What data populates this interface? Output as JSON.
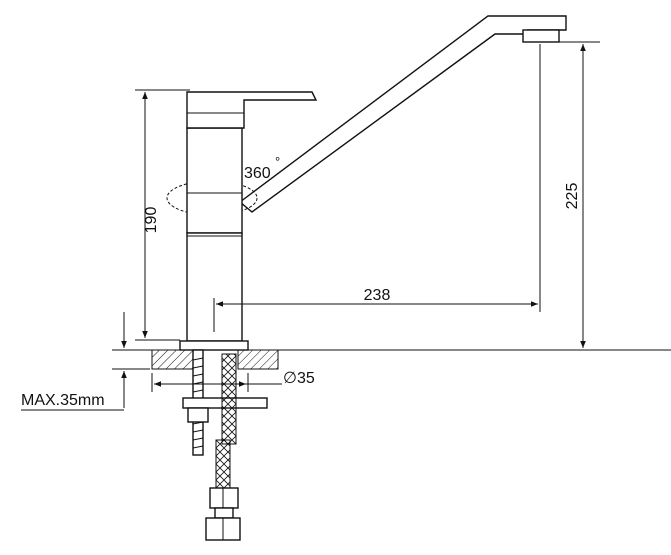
{
  "labels": {
    "height_190": "190",
    "height_225": "225",
    "reach_238": "238",
    "rotation_360": "360",
    "rotation_degree": "°",
    "diameter_35": "∅35",
    "max_thickness": "MAX.35mm"
  },
  "colors": {
    "line": "#111111",
    "background": "#ffffff"
  }
}
